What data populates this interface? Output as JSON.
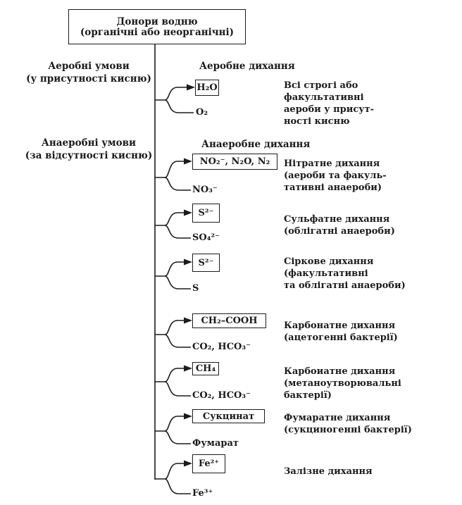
{
  "title_box": {
    "line1": "Донори водню",
    "line2": "(органічні або неорганічні)"
  },
  "conditions": [
    {
      "title": "Аеробні умови",
      "subtitle": "(у присутності кисню)"
    },
    {
      "title": "Анаеробні умови",
      "subtitle": "(за відсутності кисню)"
    }
  ],
  "section_headers": {
    "aerobic": "Аеробне дихання",
    "anaerobic": "Анаеробне дихання"
  },
  "branches": [
    {
      "product": "H₂O",
      "substrate": "O₂",
      "description": [
        "Всі строгі або",
        "факультативні",
        "аероби у присут-",
        "ності кисню"
      ]
    },
    {
      "product": "NO₂⁻, N₂O, N₂",
      "substrate": "NO₃⁻",
      "description": [
        "Нітратне дихання",
        "(аероби та факуль-",
        "тативні анаероби)"
      ]
    },
    {
      "product": "S²⁻",
      "substrate": "SO₄²⁻",
      "description": [
        "Сульфатне дихання",
        "(облігатні анаероби)"
      ]
    },
    {
      "product": "S²⁻",
      "substrate": "S",
      "description": [
        "Сіркове дихання",
        "(факультативні",
        "та облігатні анаероби)"
      ]
    },
    {
      "product": "CH₂–COOH",
      "substrate": "CO₂, HCO₃⁻",
      "description": [
        "Карбонатне дихання",
        "(ацетогенні бактерії)"
      ]
    },
    {
      "product": "CH₄",
      "substrate": "CO₂, HCO₃⁻",
      "description": [
        "Карбоиатне дихання",
        "(метаноутворювальні",
        "бактерії)"
      ]
    },
    {
      "product": "Сукцинат",
      "substrate": "Фумарат",
      "description": [
        "Фумаратне дихання",
        "(сукциногенні бактерії)"
      ]
    },
    {
      "product": "Fe²⁺",
      "substrate": "Fe³⁺",
      "description": [
        "Залізне дихання"
      ]
    }
  ],
  "colors": {
    "ink": "#1b1b1b",
    "background": "#ffffff"
  }
}
